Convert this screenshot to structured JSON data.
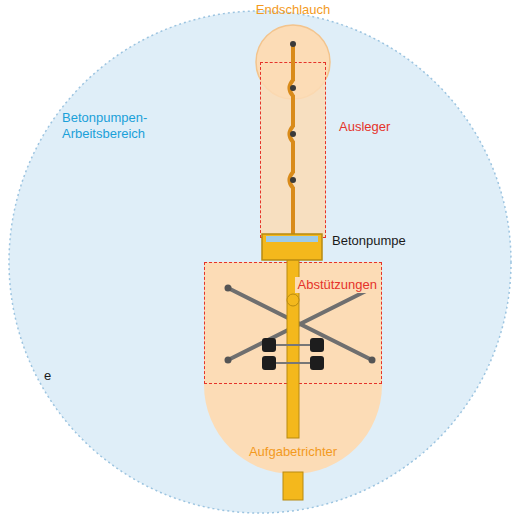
{
  "diagram": {
    "nodes": [
      {
        "text": [
          "Betonpumpen-Arbeitsbereich"
        ]
      },
      {
        "text": [
          "Endschlauch"
        ],
        "in": 0
      },
      {
        "text": [
          "Ausleger"
        ],
        "in": 0
      },
      {
        "text": [
          "Abstützungen"
        ],
        "in": 0
      },
      {
        "text": [
          "Aufgabetrichter"
        ],
        "in": 0
      }
    ],
    "labels": [
      "Betonpumpe",
      "e"
    ]
  }
}
